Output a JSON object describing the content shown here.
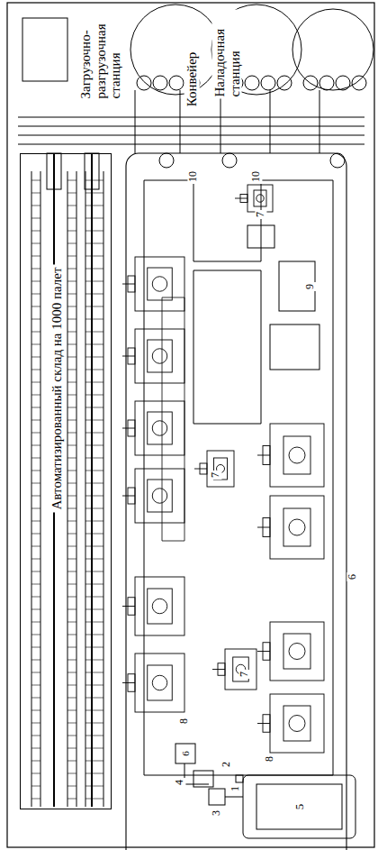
{
  "diagram": {
    "nodes": [
      {
        "text": [
          "Автоматизированный склад на 1000 палет"
        ]
      }
    ],
    "labels": [
      "Загрузочно-разгрузочная станция",
      "Конвейер",
      "Наладочная станция",
      "10",
      "10",
      "7",
      "7",
      "9",
      "6",
      "7",
      "8",
      "8",
      "6",
      "4",
      "2",
      "1",
      "3",
      "5"
    ]
  }
}
